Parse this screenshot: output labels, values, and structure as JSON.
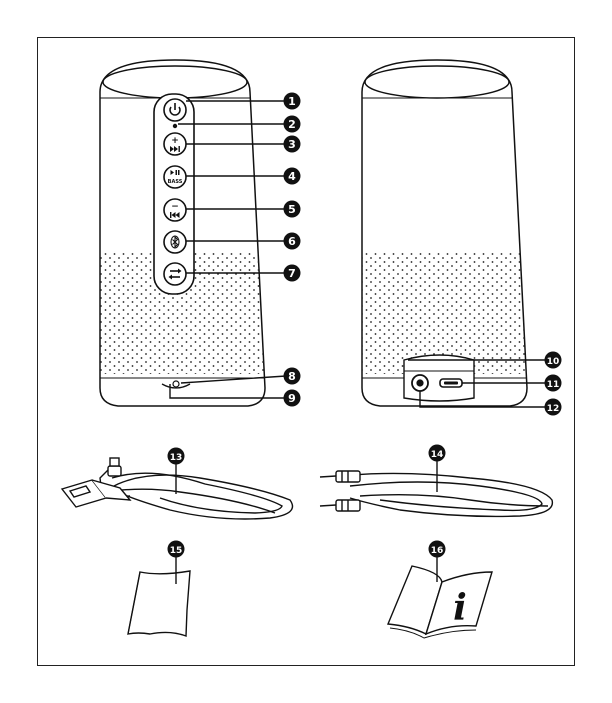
{
  "labels": [
    "1",
    "2",
    "3",
    "4",
    "5",
    "6",
    "7",
    "8",
    "9",
    "10",
    "11",
    "12",
    "13",
    "14",
    "15",
    "16"
  ],
  "buttons": {
    "plus_symbol": "+",
    "bass_text": "BASS",
    "minus_symbol": "−"
  },
  "manual_symbol": "i",
  "colors": {
    "ink": "#111111",
    "paper": "#ffffff",
    "frame": "#222222"
  }
}
